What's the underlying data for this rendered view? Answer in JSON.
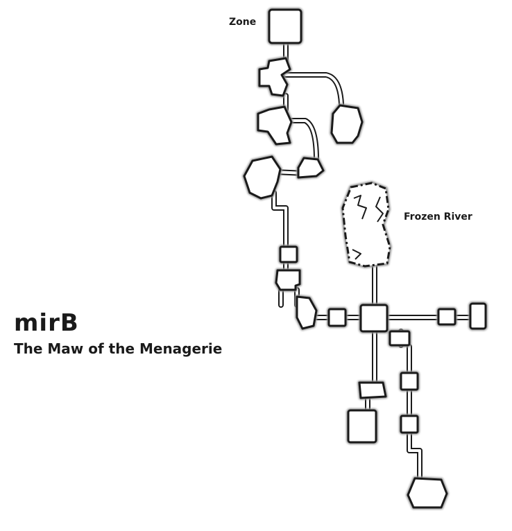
{
  "labels": {
    "zone": "Zone",
    "frozen_river": "Frozen River"
  },
  "map": {
    "code": "mirB",
    "name": "The Maw of the Menagerie"
  },
  "colors": {
    "background": "#ffffff",
    "outline": "#1a1a1a",
    "inner_glow": "#9a9a9a",
    "text": "#1a1a1a"
  }
}
